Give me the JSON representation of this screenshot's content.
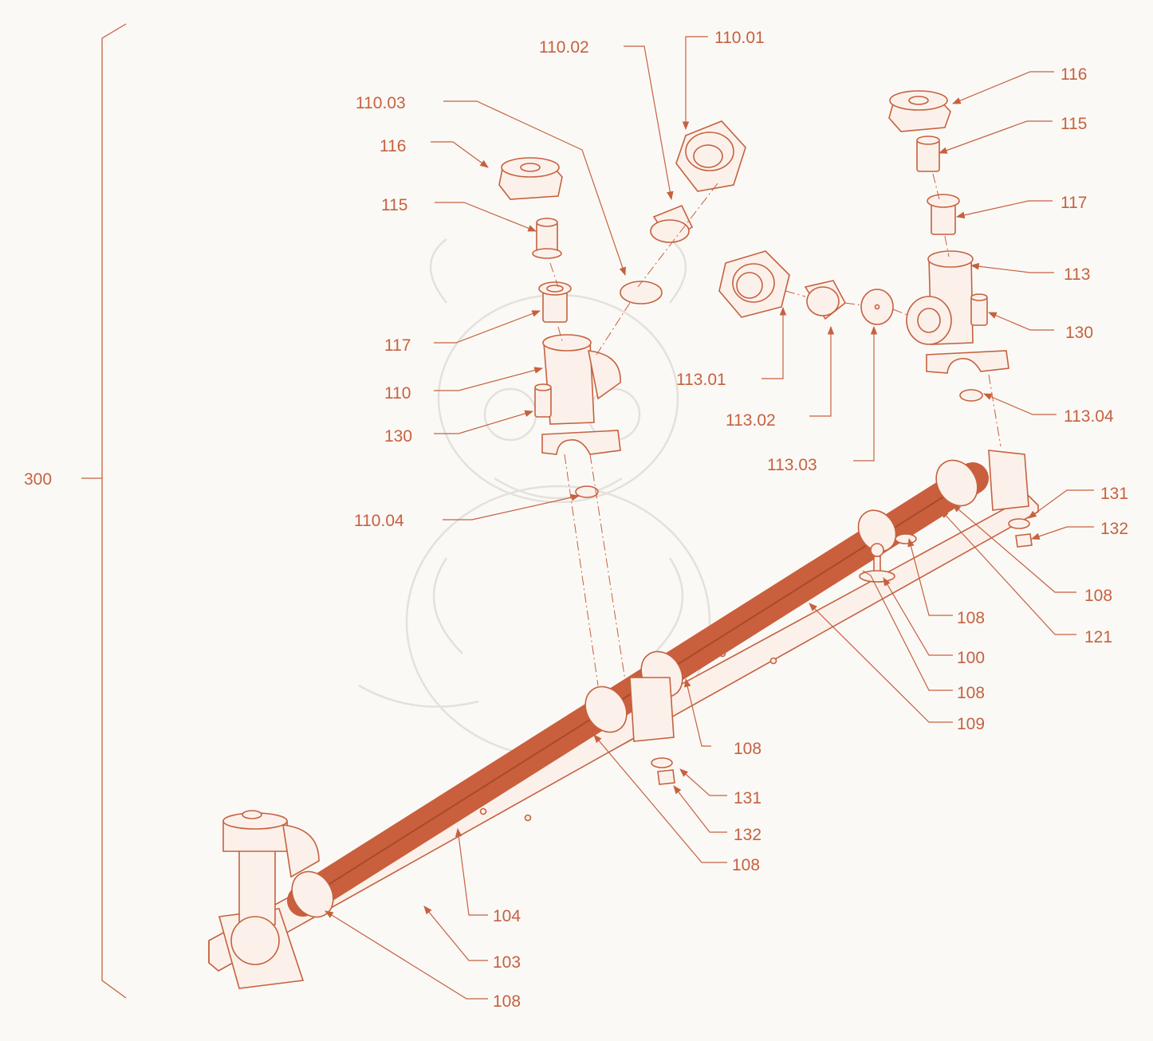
{
  "colors": {
    "accent": "#c6613f",
    "line": "#c6613f",
    "fill": "#fbf1ea",
    "pipe": "#c95f3c",
    "background": "#fbf9f6",
    "watermark": "#e4e1dc"
  },
  "assembly": {
    "label": "300"
  },
  "callouts": [
    {
      "id": "c-110-02",
      "text": "110.02"
    },
    {
      "id": "c-110-01",
      "text": "110.01"
    },
    {
      "id": "c-110-03",
      "text": "110.03"
    },
    {
      "id": "c-116-left",
      "text": "116"
    },
    {
      "id": "c-115-left",
      "text": "115"
    },
    {
      "id": "c-117-left",
      "text": "117"
    },
    {
      "id": "c-110",
      "text": "110"
    },
    {
      "id": "c-130-left",
      "text": "130"
    },
    {
      "id": "c-110-04",
      "text": "110.04"
    },
    {
      "id": "c-116-right",
      "text": "116"
    },
    {
      "id": "c-115-right",
      "text": "115"
    },
    {
      "id": "c-117-right",
      "text": "117"
    },
    {
      "id": "c-113",
      "text": "113"
    },
    {
      "id": "c-130-right",
      "text": "130"
    },
    {
      "id": "c-113-01",
      "text": "113.01"
    },
    {
      "id": "c-113-02",
      "text": "113.02"
    },
    {
      "id": "c-113-03",
      "text": "113.03"
    },
    {
      "id": "c-113-04",
      "text": "113.04"
    },
    {
      "id": "c-131-right",
      "text": "131"
    },
    {
      "id": "c-132-right",
      "text": "132"
    },
    {
      "id": "c-108-a",
      "text": "108"
    },
    {
      "id": "c-108-b",
      "text": "108"
    },
    {
      "id": "c-121",
      "text": "121"
    },
    {
      "id": "c-100",
      "text": "100"
    },
    {
      "id": "c-108-c",
      "text": "108"
    },
    {
      "id": "c-109",
      "text": "109"
    },
    {
      "id": "c-108-d",
      "text": "108"
    },
    {
      "id": "c-131-mid",
      "text": "131"
    },
    {
      "id": "c-132-mid",
      "text": "132"
    },
    {
      "id": "c-108-e",
      "text": "108"
    },
    {
      "id": "c-104",
      "text": "104"
    },
    {
      "id": "c-103",
      "text": "103"
    },
    {
      "id": "c-108-f",
      "text": "108"
    }
  ]
}
